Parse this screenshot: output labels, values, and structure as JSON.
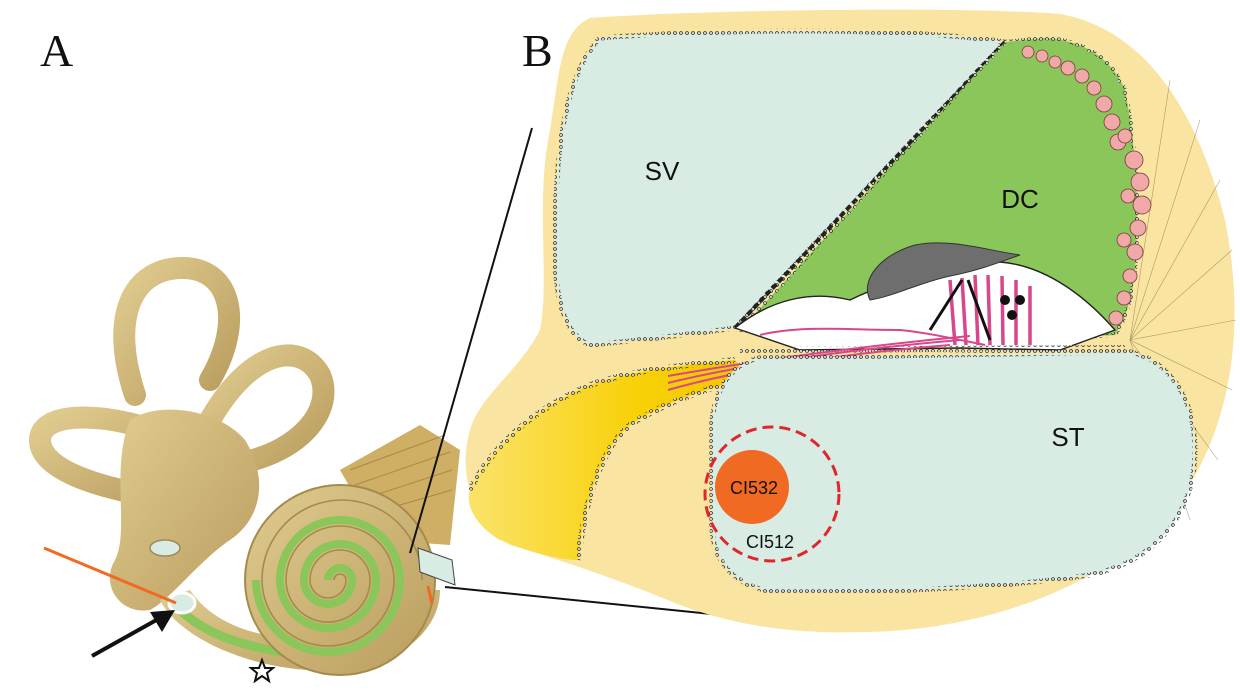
{
  "panels": {
    "a_label": "A",
    "b_label": "B"
  },
  "regions": {
    "scala_vestibuli": "SV",
    "cochlear_duct": "DC",
    "scala_tympani": "ST"
  },
  "electrodes": {
    "small": "CI532",
    "large": "CI512"
  },
  "colors": {
    "bone": "#f9e5a1",
    "fluid": "#d8ece4",
    "duct": "#8bc65a",
    "nerve": "#f8d108",
    "electrode_fill": "#f06a24",
    "electrode_outline": "#e1262b",
    "labyrinth": "#d1ba7c",
    "tissue_pink": "#f0a8a8",
    "tectorial": "#6e6e6e"
  },
  "icons": {
    "arrow": "arrow-icon",
    "star": "star-icon"
  }
}
